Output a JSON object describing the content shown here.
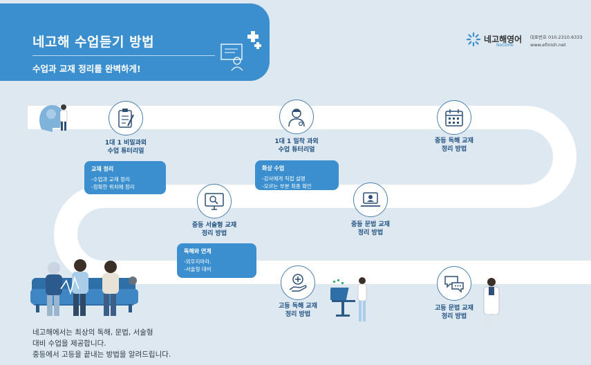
{
  "header": {
    "title": "네고해 수업듣기 방법",
    "subtitle": "수업과 교재 정리를 완벽하게!"
  },
  "brand": {
    "name": "네고해영어",
    "sub": "NeGoHe",
    "phone": "대표번호 010.2310.6333",
    "url": "www.efinish.net"
  },
  "steps": [
    {
      "label": "1대 1 비밀과외\n수업 튜터리얼",
      "icon": "clipboard-icon"
    },
    {
      "label": "1대 1 밀착 과외\n수업 튜터리얼",
      "icon": "doctor-icon"
    },
    {
      "label": "중등 독해 교재\n정리 방법",
      "icon": "calendar-icon"
    },
    {
      "label": "중등 서술형 교재\n정리 방법",
      "icon": "monitor-search-icon"
    },
    {
      "label": "중등 문법 교재\n정리 방법",
      "icon": "laptop-user-icon"
    },
    {
      "label": "고등 독해 교재\n정리 방법",
      "icon": "hand-plus-icon"
    },
    {
      "label": "고등 문법 교재\n정리 방법",
      "icon": "chat-bubbles-icon"
    }
  ],
  "callouts": [
    {
      "title": "교재 정리",
      "items": [
        "-수업과 교재 정리",
        "-정확한 위치에 정리"
      ]
    },
    {
      "title": "화상 수업",
      "items": [
        "-강사에게 직접 설명",
        "-모르는 부분 최종 확인"
      ]
    },
    {
      "title": "독해와 연계",
      "items": [
        "-외우지마라.",
        "-서술형 대비"
      ]
    }
  ],
  "footer": {
    "line1": "네고해에서는 최상의 독해, 문법, 서술형",
    "line2": "대비 수업을 제공합니다.",
    "line3": "중등에서 고등을 끝내는 방법을 알려드립니다."
  },
  "colors": {
    "accent": "#3b8fcf",
    "road": "#ffffff",
    "background": "#dde8f0"
  }
}
